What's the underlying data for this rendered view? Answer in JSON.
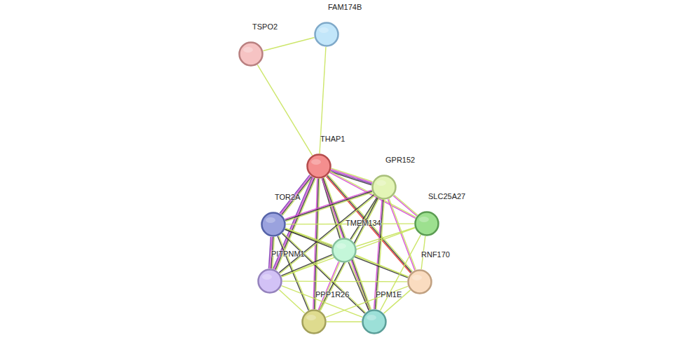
{
  "diagram": {
    "nodes": [
      {
        "text": [
          "FAM174B"
        ]
      },
      {
        "text": [
          "TSPO2"
        ]
      },
      {
        "text": [
          "THAP1"
        ]
      },
      {
        "text": [
          "GPR152"
        ]
      },
      {
        "text": [
          "TOR2A"
        ]
      },
      {
        "text": [
          "SLC25A27"
        ]
      },
      {
        "text": [
          "TMEM134"
        ]
      },
      {
        "text": [
          "PITPNM1"
        ]
      },
      {
        "text": [
          "RNF170"
        ]
      },
      {
        "text": [
          "PPP1R26"
        ]
      },
      {
        "text": [
          "PPM1E"
        ]
      }
    ],
    "edges": [
      {
        "from": 1,
        "to": 0,
        "arrow": "none"
      },
      {
        "from": 1,
        "to": 2,
        "arrow": "none"
      },
      {
        "from": 0,
        "to": 2,
        "arrow": "none"
      },
      {
        "from": 2,
        "to": 3,
        "arrow": "none"
      },
      {
        "from": 2,
        "to": 4,
        "arrow": "none"
      },
      {
        "from": 2,
        "to": 5,
        "arrow": "none"
      },
      {
        "from": 2,
        "to": 6,
        "arrow": "none"
      },
      {
        "from": 2,
        "to": 7,
        "arrow": "none"
      },
      {
        "from": 2,
        "to": 8,
        "arrow": "none"
      },
      {
        "from": 2,
        "to": 9,
        "arrow": "none"
      },
      {
        "from": 2,
        "to": 10,
        "arrow": "none"
      },
      {
        "from": 3,
        "to": 4,
        "arrow": "none"
      },
      {
        "from": 3,
        "to": 5,
        "arrow": "none"
      },
      {
        "from": 3,
        "to": 6,
        "arrow": "none"
      },
      {
        "from": 3,
        "to": 7,
        "arrow": "none"
      },
      {
        "from": 3,
        "to": 8,
        "arrow": "none"
      },
      {
        "from": 3,
        "to": 9,
        "arrow": "none"
      },
      {
        "from": 3,
        "to": 10,
        "arrow": "none"
      },
      {
        "from": 4,
        "to": 5,
        "arrow": "none"
      },
      {
        "from": 4,
        "to": 6,
        "arrow": "none"
      },
      {
        "from": 4,
        "to": 7,
        "arrow": "none"
      },
      {
        "from": 4,
        "to": 8,
        "arrow": "none"
      },
      {
        "from": 4,
        "to": 9,
        "arrow": "none"
      },
      {
        "from": 4,
        "to": 10,
        "arrow": "none"
      },
      {
        "from": 5,
        "to": 6,
        "arrow": "none"
      },
      {
        "from": 5,
        "to": 7,
        "arrow": "none"
      },
      {
        "from": 5,
        "to": 8,
        "arrow": "none"
      },
      {
        "from": 5,
        "to": 10,
        "arrow": "none"
      },
      {
        "from": 6,
        "to": 7,
        "arrow": "none"
      },
      {
        "from": 6,
        "to": 8,
        "arrow": "none"
      },
      {
        "from": 6,
        "to": 9,
        "arrow": "none"
      },
      {
        "from": 6,
        "to": 10,
        "arrow": "none"
      },
      {
        "from": 7,
        "to": 9,
        "arrow": "none"
      },
      {
        "from": 7,
        "to": 10,
        "arrow": "none"
      },
      {
        "from": 7,
        "to": 8,
        "arrow": "none"
      },
      {
        "from": 8,
        "to": 9,
        "arrow": "none"
      },
      {
        "from": 8,
        "to": 10,
        "arrow": "none"
      },
      {
        "from": 9,
        "to": 10,
        "arrow": "none"
      }
    ]
  }
}
